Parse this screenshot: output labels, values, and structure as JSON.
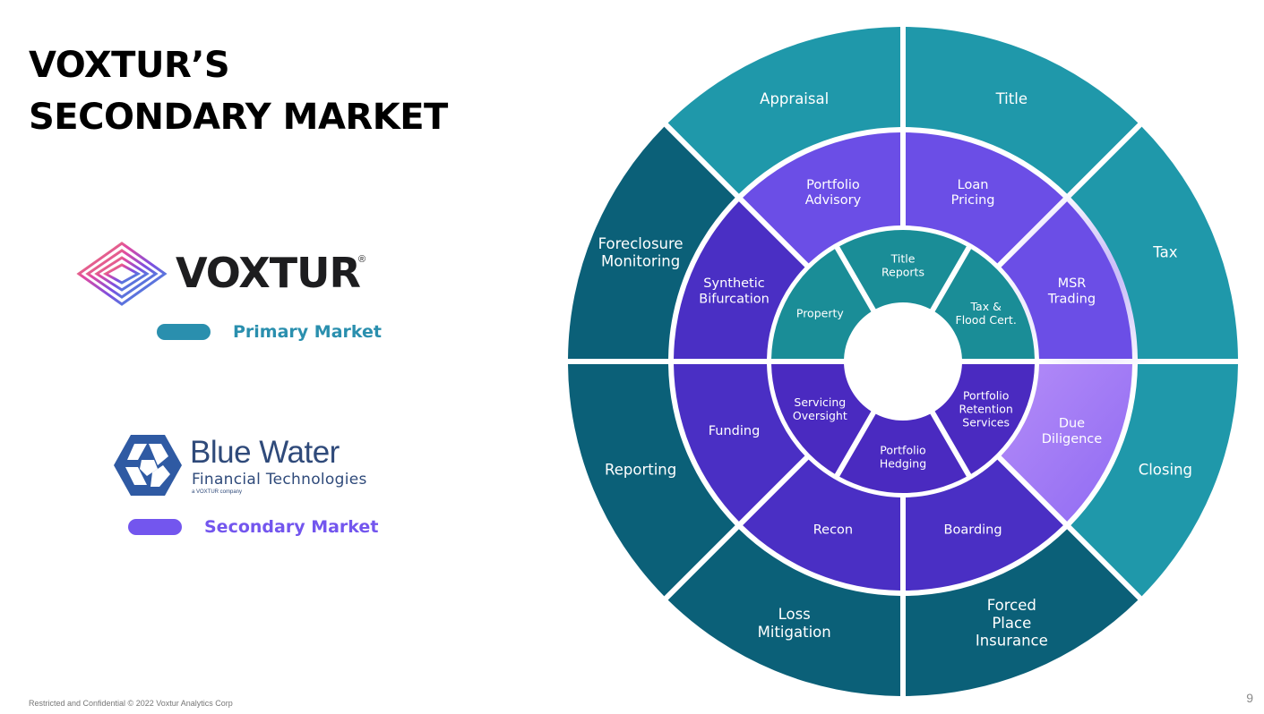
{
  "slide": {
    "title_lines": [
      "VOXTUR’S",
      "SECONDARY MARKET"
    ],
    "footer": "Restricted and Confidential © 2022 Voxtur Analytics Corp",
    "page_number": "9"
  },
  "legend": {
    "voxtur": {
      "wordmark": "VOXTUR",
      "registered": "®",
      "label": "Primary Market",
      "color": "#2a8fae"
    },
    "bluewater": {
      "name": "Blue Water",
      "subtitle": "Financial Technologies",
      "tagline": "a VOXTUR company",
      "label": "Secondary Market",
      "color": "#7356ee"
    }
  },
  "colors": {
    "teal_light": "#1f98aa",
    "teal_dark": "#0b6078",
    "purple_light": "#6b4ee6",
    "purple_dark": "#4a2fc4",
    "inner_teal": "#1a8d97",
    "inner_purple": "#4a2ac0",
    "highlight": "#a07cf5"
  },
  "wheel": {
    "outer_ring": [
      {
        "label": "Title"
      },
      {
        "label": "Tax"
      },
      {
        "label": "Closing"
      },
      {
        "label": "Forced\nPlace\nInsurance"
      },
      {
        "label": "Loss\nMitigation"
      },
      {
        "label": "Reporting"
      },
      {
        "label": "Foreclosure\nMonitoring"
      },
      {
        "label": "Appraisal"
      }
    ],
    "middle_ring": [
      {
        "label": "Loan\nPricing"
      },
      {
        "label": "MSR\nTrading"
      },
      {
        "label": "Due\nDiligence"
      },
      {
        "label": "Boarding"
      },
      {
        "label": "Recon"
      },
      {
        "label": "Funding"
      },
      {
        "label": "Synthetic\nBifurcation"
      },
      {
        "label": "Portfolio\nAdvisory"
      }
    ],
    "inner_ring": [
      {
        "label": "Title\nReports"
      },
      {
        "label": "Tax &\nFlood Cert."
      },
      {
        "label": "Portfolio\nRetention\nServices"
      },
      {
        "label": "Portfolio\nHedging"
      },
      {
        "label": "Servicing\nOversight"
      },
      {
        "label": "Property"
      }
    ]
  }
}
